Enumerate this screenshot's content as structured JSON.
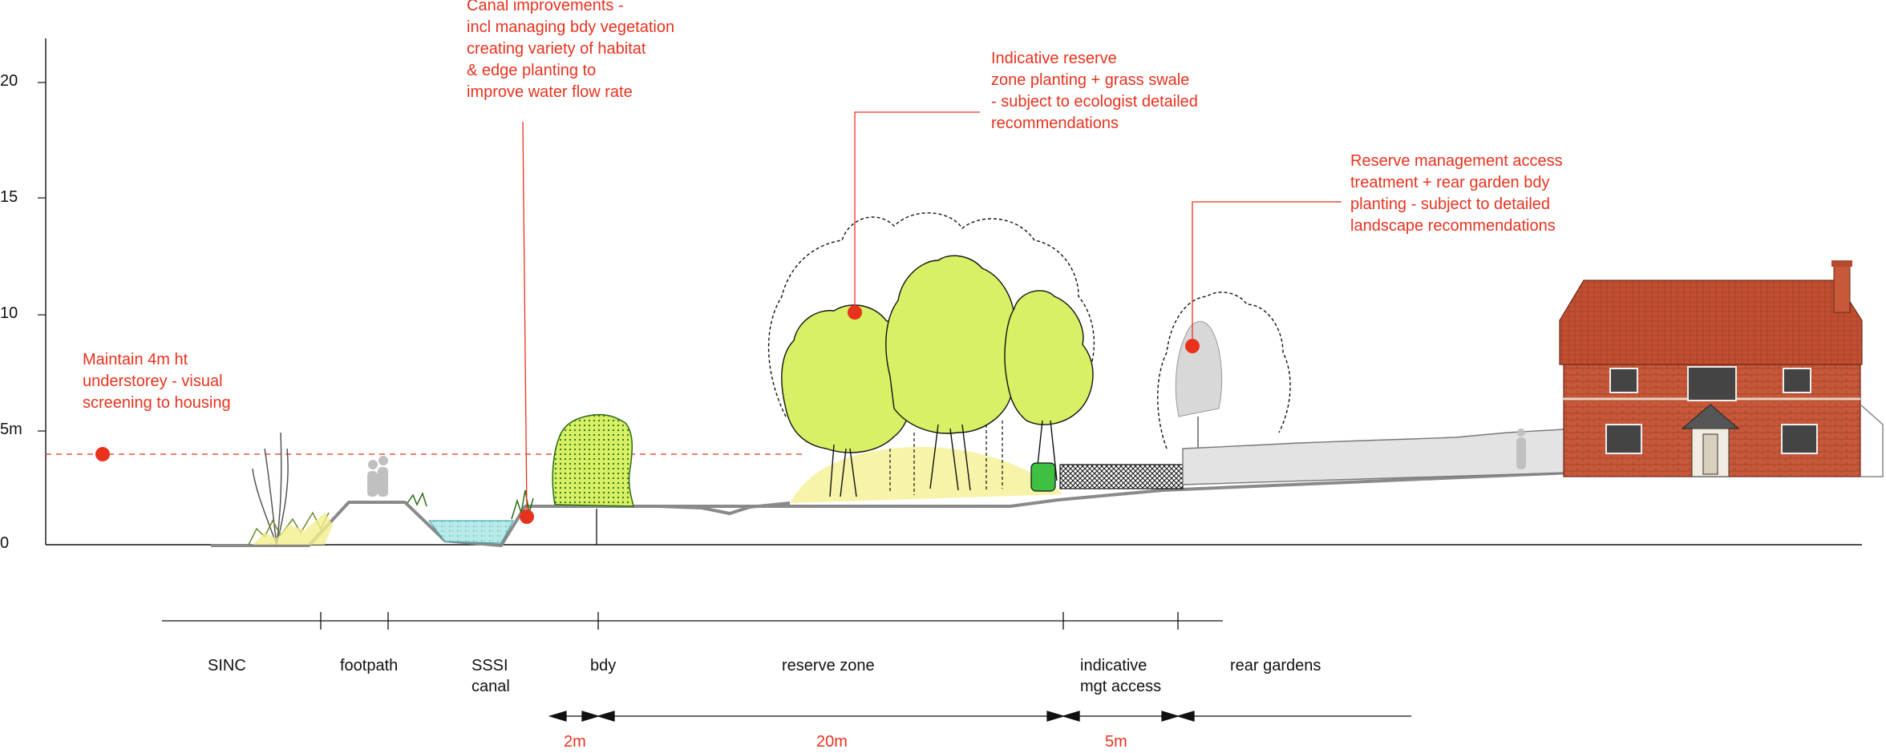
{
  "y_axis": {
    "ticks": [
      "20",
      "15",
      "10",
      "5m",
      "0"
    ]
  },
  "annotations": {
    "canal": "Canal improvements -\nincl managing bdy vegetation\ncreating variety of habitat\n& edge planting to\nimprove water flow rate",
    "reserve": "Indicative reserve\nzone planting + grass swale\n- subject to ecologist detailed\nrecommendations",
    "access": "Reserve management access\ntreatment + rear garden bdy\nplanting - subject to detailed\nlandscape recommendations",
    "screening": "Maintain 4m ht\nunderstorey - visual\nscreening to housing"
  },
  "zones": {
    "sinc": "SINC",
    "footpath": "footpath",
    "canal": "SSSI\ncanal",
    "bdy": "bdy",
    "reserve": "reserve zone",
    "access": "indicative\nmgt access",
    "gardens": "rear gardens"
  },
  "dimensions": {
    "d2": "2m",
    "d20": "20m",
    "d5": "5m"
  },
  "colors": {
    "annotation": "#e8321e",
    "tree_canopy": "#d7f065",
    "swale": "#f7f3a8",
    "water": "#b8eaea",
    "brick": "#c7583a",
    "roof": "#c24f32",
    "ground": "#8a8a8a"
  }
}
